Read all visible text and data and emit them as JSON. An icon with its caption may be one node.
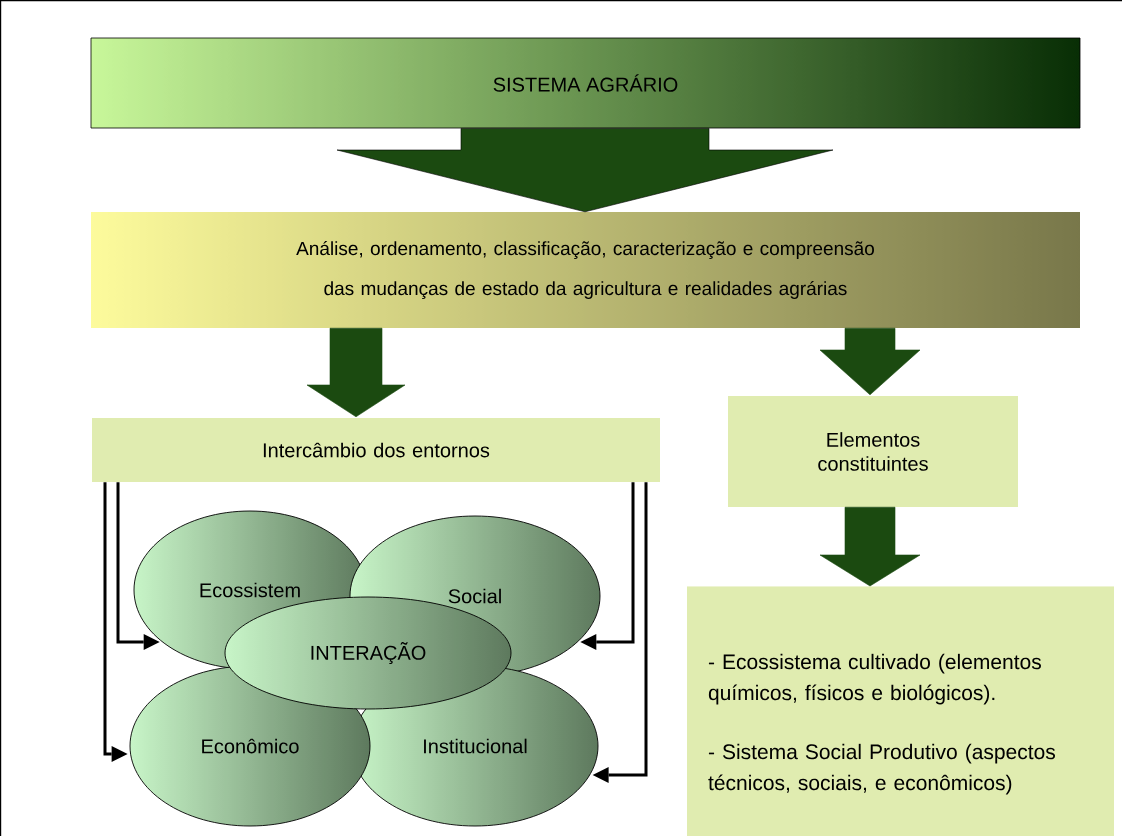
{
  "diagram": {
    "nodes": [
      {
        "text": [
          "SISTEMA AGRÁRIO"
        ]
      },
      {
        "text": [
          "Análise, ordenamento, classificação, caracterização e compreensão  das mudanças de estado da agricultura e realidades agrárias"
        ]
      },
      {
        "text": [
          "Intercâmbio dos entornos"
        ]
      },
      {
        "text": [
          "Elementos constituintes"
        ]
      },
      {
        "text": [
          "Ecossistem"
        ]
      },
      {
        "text": [
          "Social"
        ]
      },
      {
        "text": [
          "INTERAÇÃO"
        ]
      },
      {
        "text": [
          "Econômico"
        ]
      },
      {
        "text": [
          "Institucional"
        ]
      },
      {
        "text": [
          "- Ecossistema cultivado (elementos químicos, físicos e biológicos).",
          "- Sistema Social Produtivo (aspectos técnicos, sociais, e econômicos)"
        ]
      }
    ],
    "edges": [
      {
        "from": 0,
        "to": 1,
        "arrow": "to",
        "style": "thick",
        "color": "#1b4a10"
      },
      {
        "from": 1,
        "to": 2,
        "arrow": "to",
        "style": "thick",
        "color": "#1b4a10"
      },
      {
        "from": 1,
        "to": 3,
        "arrow": "to",
        "style": "thick",
        "color": "#1b4a10"
      },
      {
        "from": 2,
        "to": 4,
        "arrow": "to"
      },
      {
        "from": 2,
        "to": 7,
        "arrow": "to"
      },
      {
        "from": 2,
        "to": 5,
        "arrow": "to"
      },
      {
        "from": 2,
        "to": 8,
        "arrow": "to"
      },
      {
        "from": 3,
        "to": 9,
        "arrow": "to",
        "style": "thick",
        "color": "#1b4a10"
      }
    ]
  }
}
